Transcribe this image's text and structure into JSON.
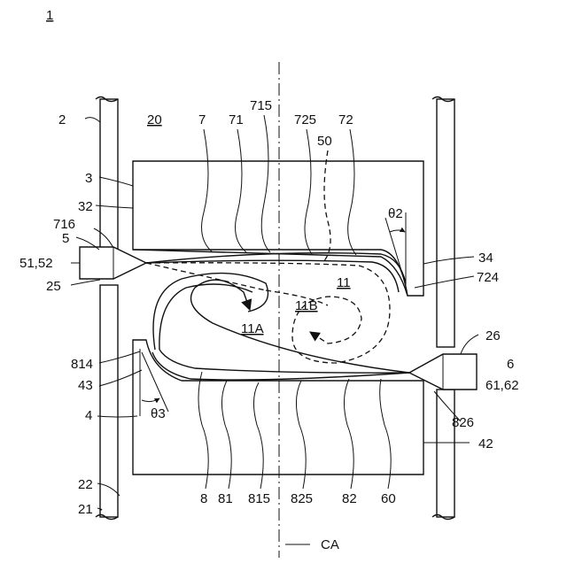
{
  "figure_number": "1",
  "labels": {
    "space": "20",
    "wall_outer": "2",
    "top_block": "3",
    "top_inner_face": "32",
    "top_right_face": "34",
    "member_7": "7",
    "member_71": "71",
    "member_715": "715",
    "member_716": "716",
    "member_72": "72",
    "member_725": "725",
    "member_724": "724",
    "dashed_50": "50",
    "angle_theta2": "θ2",
    "nozzle_5": "5",
    "nozzle_51_52": "51,52",
    "hole_25": "25",
    "chamber_11": "11",
    "chamber_11A": "11A",
    "chamber_11B": "11B",
    "nozzle_6": "6",
    "nozzle_61_62": "61,62",
    "hole_26": "26",
    "member_814": "814",
    "bottom_left_face": "43",
    "bottom_block": "4",
    "angle_theta3": "θ3",
    "member_826": "826",
    "bottom_right_face": "42",
    "wall_inner": "22",
    "wall_base": "21",
    "member_8": "8",
    "member_81": "81",
    "member_815": "815",
    "member_825": "825",
    "member_82": "82",
    "point_60": "60",
    "axis_CA": "CA"
  }
}
